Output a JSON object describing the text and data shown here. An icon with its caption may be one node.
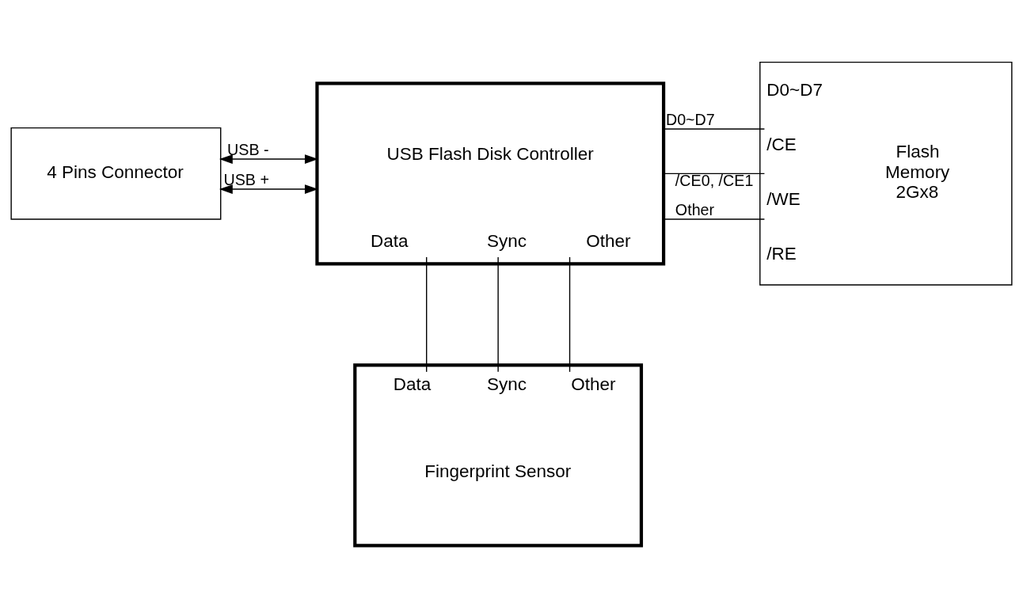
{
  "diagram": {
    "nodes": [
      {
        "text": [
          "4 Pins Connector"
        ]
      },
      {
        "text": [
          "USB Flash Disk Controller",
          "Data",
          "Sync",
          "Other"
        ]
      },
      {
        "text": [
          "D0~D7",
          "Flash Memory 2Gx8",
          "/CE",
          "/WE",
          "/RE"
        ]
      },
      {
        "text": [
          "Data",
          "Sync",
          "Other",
          "Fingerprint Sensor"
        ]
      }
    ],
    "edges": [
      {
        "from": 0,
        "to": 1,
        "arrow": "both",
        "label": "USB -"
      },
      {
        "from": 0,
        "to": 1,
        "arrow": "both",
        "label": "USB +"
      },
      {
        "from": 1,
        "to": 2,
        "arrow": "none",
        "label": "D0~D7"
      },
      {
        "from": 1,
        "to": 2,
        "arrow": "none",
        "label": "/CE0, /CE1"
      },
      {
        "from": 1,
        "to": 2,
        "arrow": "none",
        "label": "Other"
      },
      {
        "from": 1,
        "to": 3,
        "arrow": "none"
      },
      {
        "from": 1,
        "to": 3,
        "arrow": "none"
      },
      {
        "from": 1,
        "to": 3,
        "arrow": "none"
      }
    ]
  }
}
